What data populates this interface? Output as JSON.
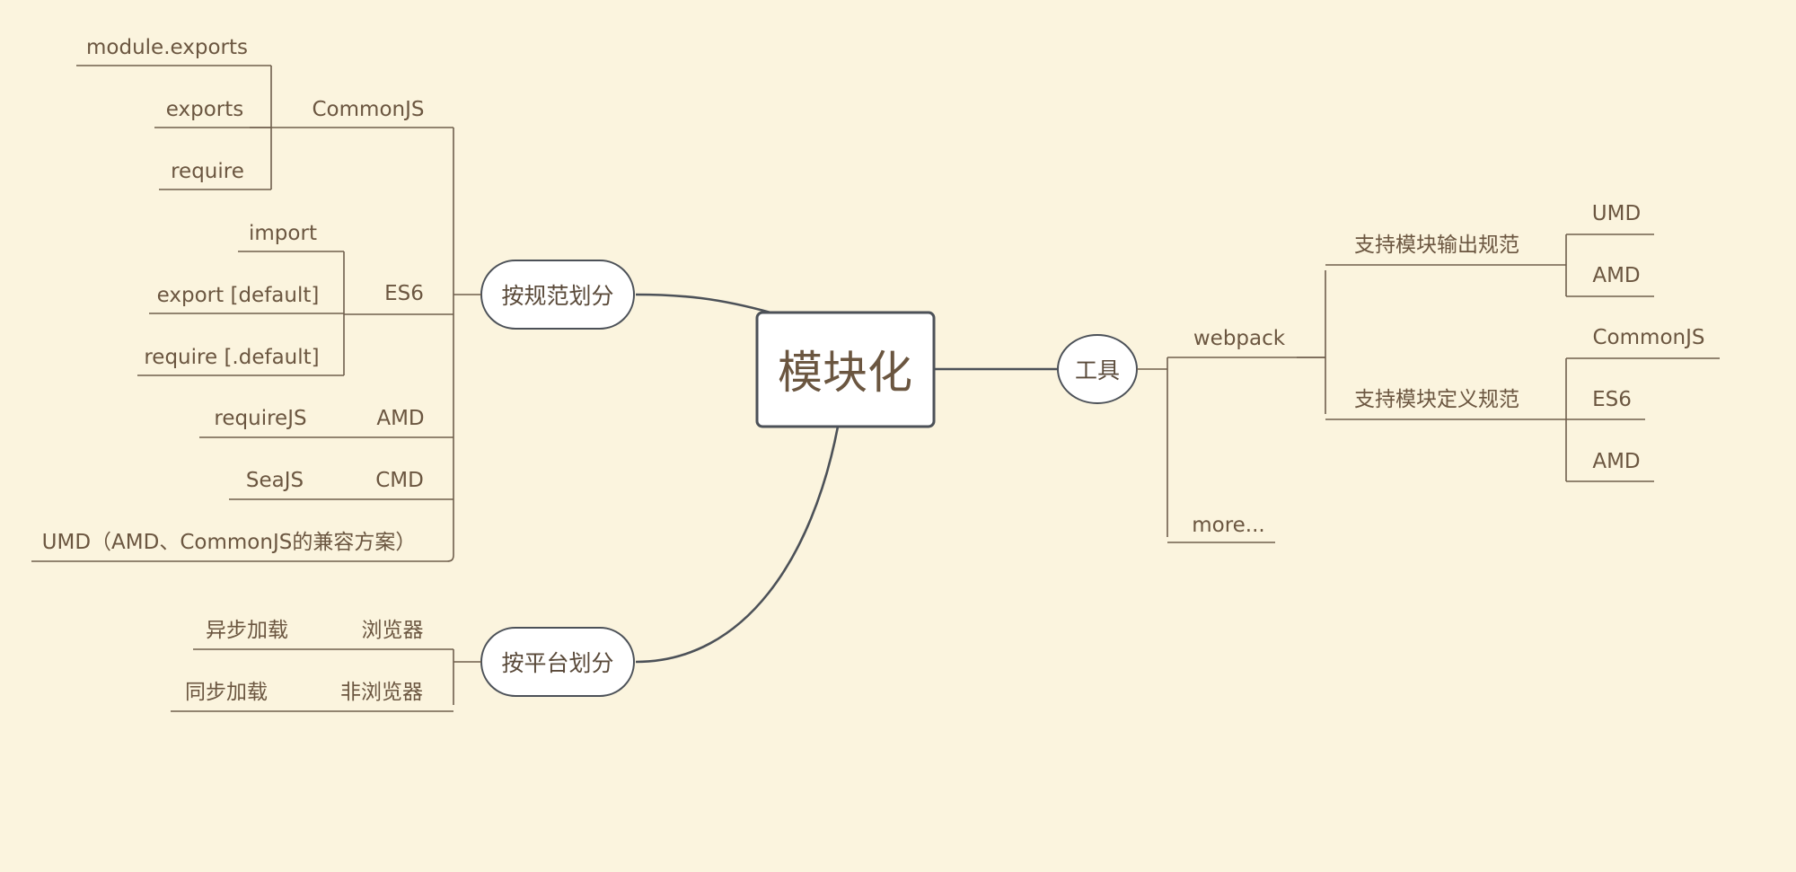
{
  "root": "模块化",
  "branches": {
    "by_spec": {
      "label": "按规范划分",
      "commonjs": {
        "label": "CommonJS",
        "items": [
          "module.exports",
          "exports",
          "require"
        ]
      },
      "es6": {
        "label": "ES6",
        "items": [
          "import",
          "export [default]",
          "require [.default]"
        ]
      },
      "amd": {
        "label": "AMD",
        "item": "requireJS"
      },
      "cmd": {
        "label": "CMD",
        "item": "SeaJS"
      },
      "umd": {
        "label": "UMD（AMD、CommonJS的兼容方案）"
      }
    },
    "by_platform": {
      "label": "按平台划分",
      "browser": {
        "label": "浏览器",
        "item": "异步加载"
      },
      "non_browser": {
        "label": "非浏览器",
        "item": "同步加载"
      }
    },
    "tools": {
      "label": "工具",
      "webpack": {
        "label": "webpack",
        "output_spec": {
          "label": "支持模块输出规范",
          "items": [
            "UMD",
            "AMD"
          ]
        },
        "define_spec": {
          "label": "支持模块定义规范",
          "items": [
            "CommonJS",
            "ES6",
            "AMD"
          ]
        }
      },
      "more": "more..."
    }
  }
}
